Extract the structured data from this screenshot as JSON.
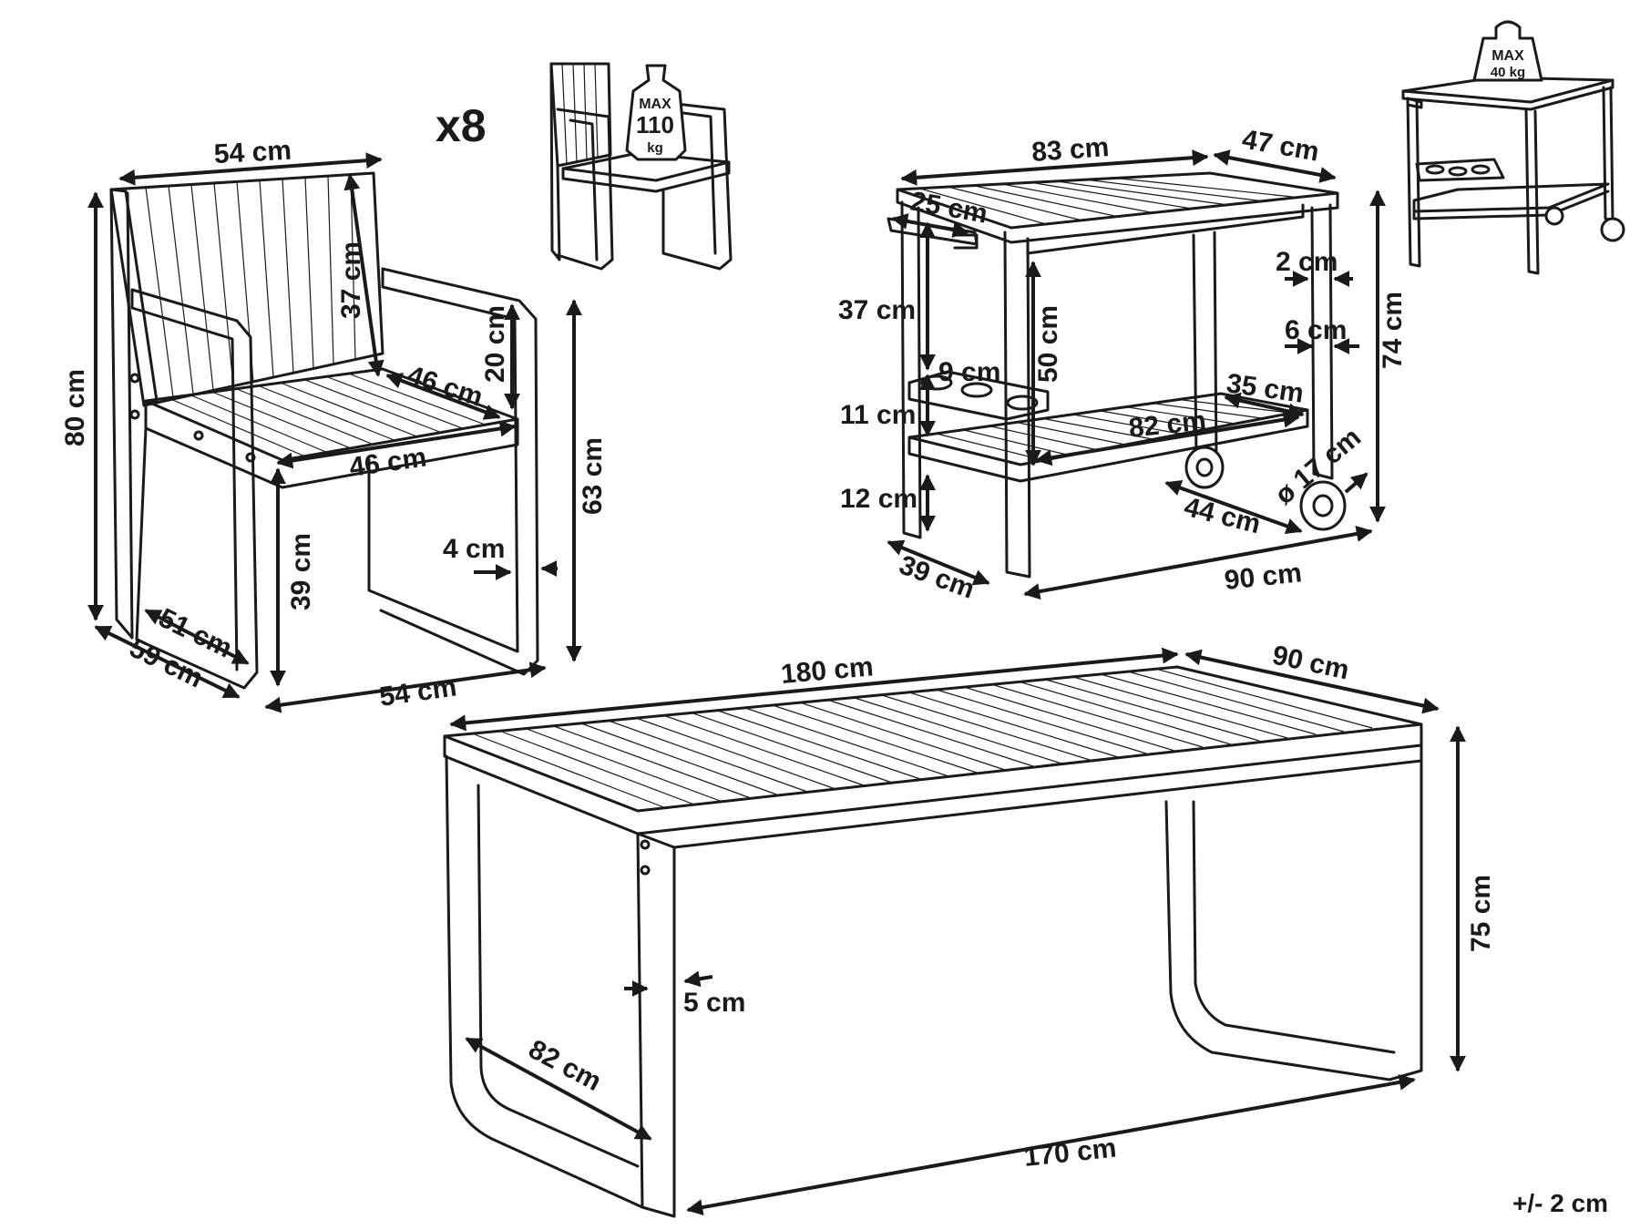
{
  "chair": {
    "count_label": "x8",
    "width_top": "54 cm",
    "back_height": "37 cm",
    "armrest_height": "20 cm",
    "seat_depth": "46 cm",
    "seat_width": "46 cm",
    "total_height": "80 cm",
    "arm_height": "63 cm",
    "seat_height": "39 cm",
    "leg_width": "4 cm",
    "base_depth_inner": "51 cm",
    "depth": "59 cm",
    "width_bottom": "54 cm",
    "load": {
      "max": "MAX",
      "value": "110",
      "unit": "kg"
    }
  },
  "trolley": {
    "top_length": "83 cm",
    "top_width": "47 cm",
    "handle": "25 cm",
    "handle_drop": "37 cm",
    "leg_height_inner": "50 cm",
    "frame_thickness": "2 cm",
    "leg_width": "6 cm",
    "total_height": "74 cm",
    "holder_hole": "9 cm",
    "shelf_width": "35 cm",
    "shelf_gap": "11 cm",
    "shelf_length": "82 cm",
    "ground_clearance": "12 cm",
    "wheel_diameter": "ø 17 cm",
    "wheel_base": "44 cm",
    "depth": "39 cm",
    "length": "90 cm",
    "load": {
      "max": "MAX",
      "value": "40 kg"
    }
  },
  "table": {
    "length": "180 cm",
    "width": "90 cm",
    "height": "75 cm",
    "leg_width": "5 cm",
    "base_depth": "82 cm",
    "base_length": "170 cm"
  },
  "tolerance": "+/- 2 cm"
}
